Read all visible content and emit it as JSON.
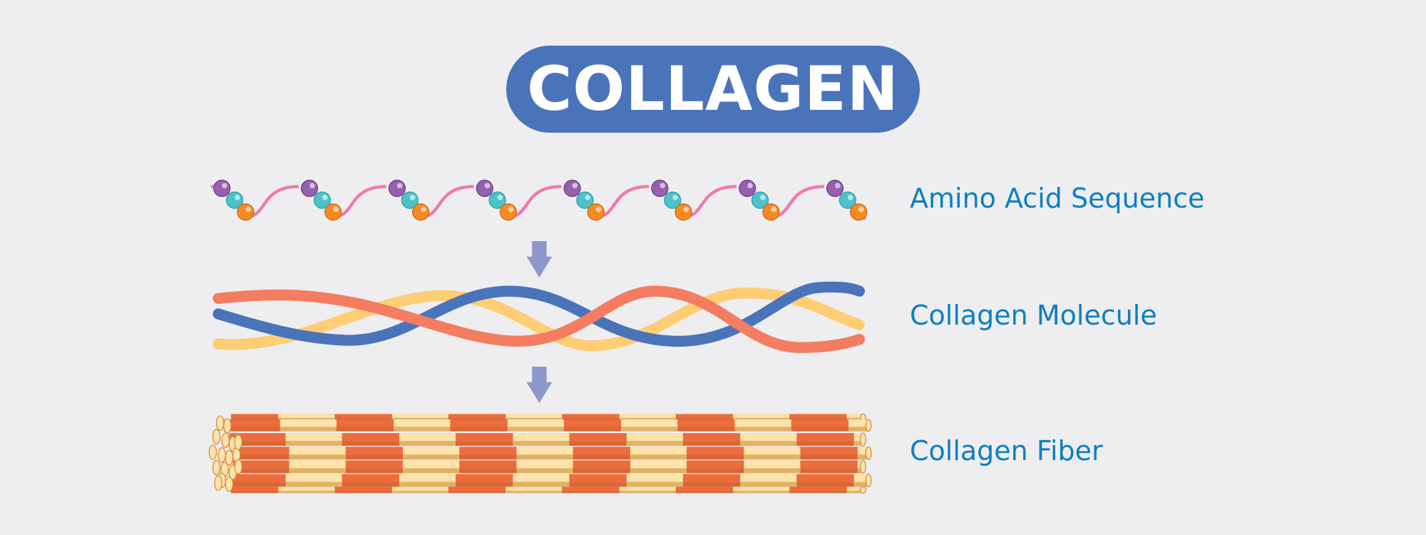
{
  "title": "COLLAGEN",
  "stages": [
    {
      "label": "Amino Acid Sequence"
    },
    {
      "label": "Collagen Molecule"
    },
    {
      "label": "Collagen Fiber"
    }
  ],
  "colors": {
    "title_bg": "#4a74ba",
    "label_text": "#0d7fc1",
    "arrow": "#8e97cc",
    "chain": "#f07aae",
    "purple": "#9660ad",
    "teal": "#4cc3c8",
    "orange": "#f68a22",
    "strand_blue": "#4a74ba",
    "strand_orange": "#f47c60",
    "strand_yellow": "#ffcd74",
    "fiber_orange": "#ec6d3c",
    "fiber_cream": "#fbe3ab"
  }
}
